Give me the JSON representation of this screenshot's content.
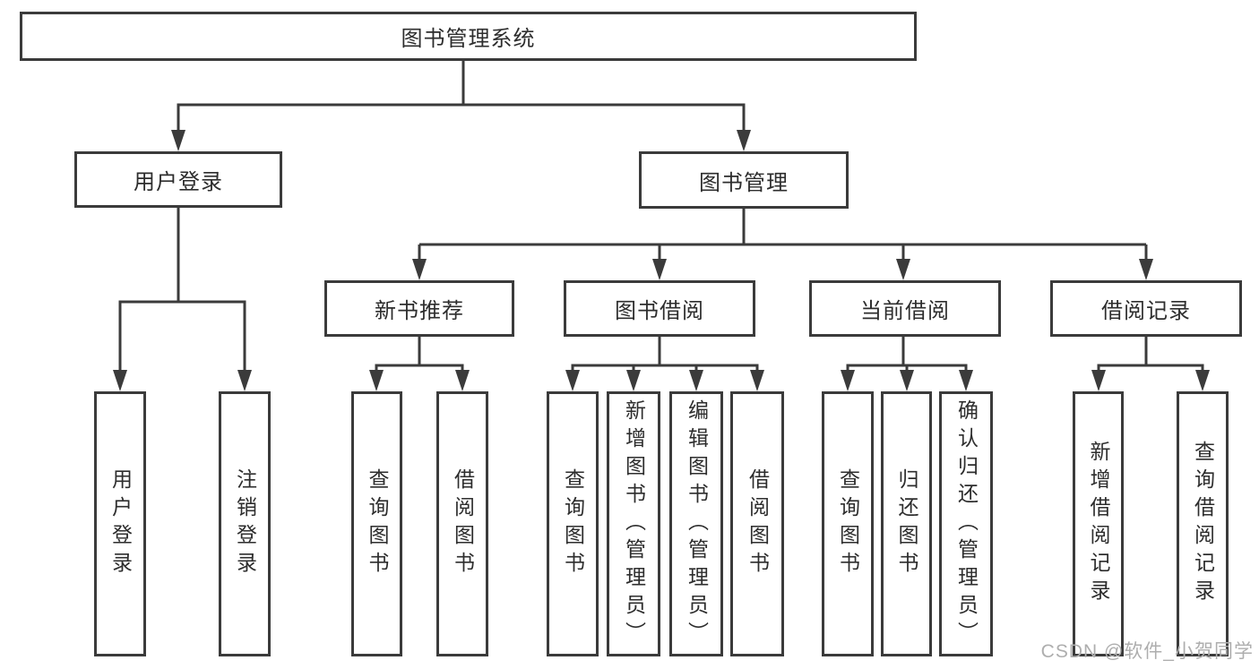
{
  "nodes": {
    "root": "图书管理系统",
    "level2": [
      "用户登录",
      "图书管理"
    ],
    "level3": [
      "新书推荐",
      "图书借阅",
      "当前借阅",
      "借阅记录"
    ],
    "user_login_children": [
      "用户登录",
      "注销登录"
    ],
    "new_book_children": [
      "查询图书",
      "借阅图书"
    ],
    "book_borrow_children": [
      "查询图书",
      "新增图书（管理员）",
      "编辑图书（管理员）",
      "借阅图书"
    ],
    "current_borrow_children": [
      "查询图书",
      "归还图书",
      "确认归还（管理员）"
    ],
    "borrow_record_children": [
      "新增借阅记录",
      "查询借阅记录"
    ]
  },
  "watermark": "CSDN @软件_小贺同学",
  "colors": {
    "line": "#3b3b3b",
    "text": "#2d2d2d",
    "background": "#ffffff",
    "watermark": "#aeaeae"
  }
}
